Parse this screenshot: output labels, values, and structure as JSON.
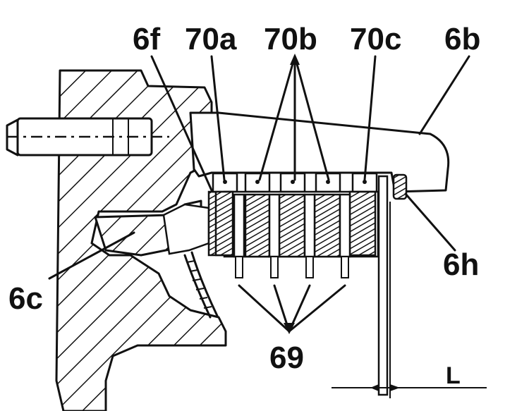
{
  "labels": {
    "l6f": "6f",
    "l70a": "70a",
    "l70b": "70b",
    "l70c": "70c",
    "l6b": "6b",
    "l6h": "6h",
    "l6c": "6c",
    "l69": "69",
    "lL": "L"
  }
}
